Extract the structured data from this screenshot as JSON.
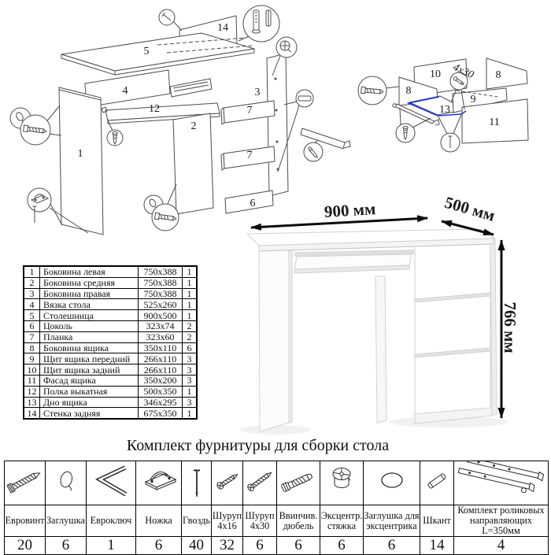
{
  "diagram_desk": {
    "labels": {
      "p1": "1",
      "p2": "2",
      "p3": "3",
      "p4": "4",
      "p5": "5",
      "p6": "6",
      "p7a": "7",
      "p7b": "7",
      "p12": "12",
      "p14": "14"
    }
  },
  "diagram_drawer": {
    "labels": {
      "p8a": "8",
      "p8b": "8",
      "p9": "9",
      "p10": "10",
      "p11": "11",
      "p13": "13"
    },
    "note": "4х30",
    "highlight_color": "#2233ee"
  },
  "product": {
    "dim_width": "900 мм",
    "dim_depth": "500 мм",
    "dim_height": "766 мм"
  },
  "parts_table": {
    "rows": [
      {
        "num": "1",
        "name": "Боковина левая",
        "size": "750x388",
        "qty": "1"
      },
      {
        "num": "2",
        "name": "Боковина средняя",
        "size": "750x388",
        "qty": "1"
      },
      {
        "num": "3",
        "name": "Боковина правая",
        "size": "750x388",
        "qty": "1"
      },
      {
        "num": "4",
        "name": "Вязка стола",
        "size": "525x260",
        "qty": "1"
      },
      {
        "num": "5",
        "name": "Столешница",
        "size": "900x500",
        "qty": "1"
      },
      {
        "num": "6",
        "name": "Цоколь",
        "size": "323x74",
        "qty": "2"
      },
      {
        "num": "7",
        "name": "Планка",
        "size": "323x60",
        "qty": "2"
      },
      {
        "num": "8",
        "name": "Боковина ящика",
        "size": "350x110",
        "qty": "6"
      },
      {
        "num": "9",
        "name": "Щит ящика передний",
        "size": "266x110",
        "qty": "3"
      },
      {
        "num": "10",
        "name": "Щит ящика задний",
        "size": "266x110",
        "qty": "3"
      },
      {
        "num": "11",
        "name": "Фасад ящика",
        "size": "350x200",
        "qty": "3"
      },
      {
        "num": "12",
        "name": "Полка выкатная",
        "size": "500x350",
        "qty": "1"
      },
      {
        "num": "13",
        "name": "Дно ящика",
        "size": "346x295",
        "qty": "3"
      },
      {
        "num": "14",
        "name": "Стенка задняя",
        "size": "675x350",
        "qty": "1"
      }
    ]
  },
  "hardware": {
    "title": "Комплект фурнитуры для сборки стола",
    "items": [
      {
        "name": "Евровинт",
        "qty": "20"
      },
      {
        "name": "Заглушка",
        "qty": "6"
      },
      {
        "name": "Евроключ",
        "qty": "1"
      },
      {
        "name": "Ножка",
        "qty": "6"
      },
      {
        "name": "Гвоздь",
        "qty": "40"
      },
      {
        "name": "Шуруп 4x16",
        "qty": "32"
      },
      {
        "name": "Шуруп 4x30",
        "qty": "6"
      },
      {
        "name": "Ввинчив. дюбель",
        "qty": "6"
      },
      {
        "name": "Эксцентр. стяжка",
        "qty": "6"
      },
      {
        "name": "Заглушка для эксцентрика",
        "qty": "6"
      },
      {
        "name": "Шкант",
        "qty": "14"
      },
      {
        "name": "Комплект роликовых направляющих L=350мм",
        "qty": "4"
      }
    ]
  }
}
